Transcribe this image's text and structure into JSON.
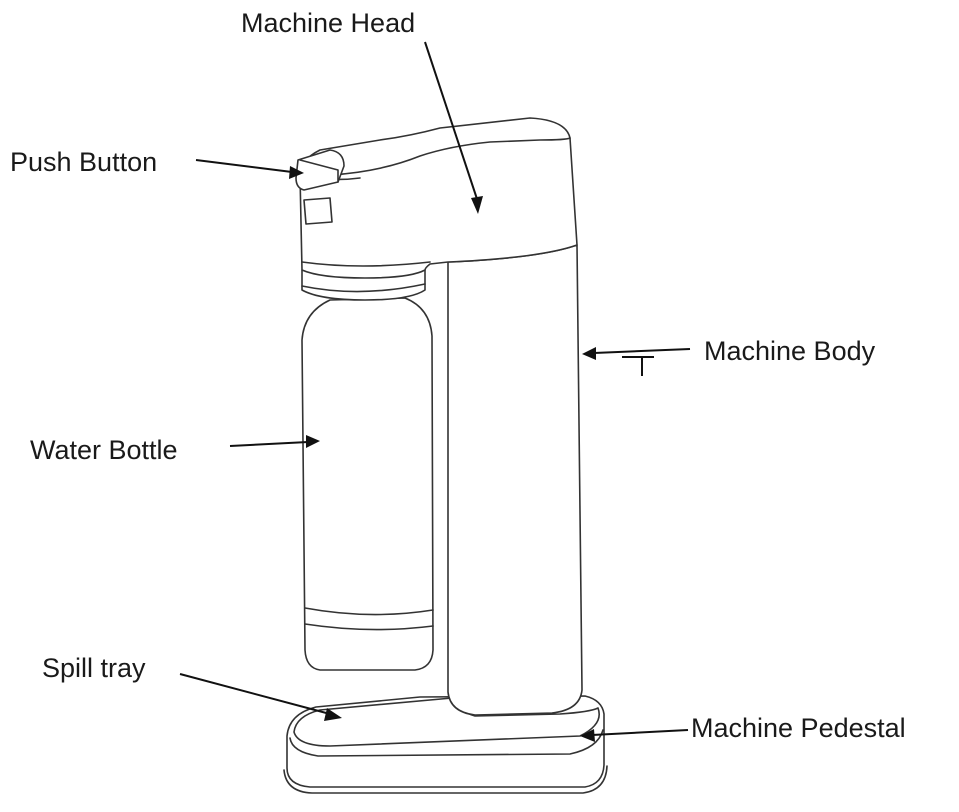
{
  "labels": {
    "machine_head": "Machine Head",
    "push_button": "Push Button",
    "machine_body": "Machine Body",
    "water_bottle": "Water Bottle",
    "spill_tray": "Spill tray",
    "machine_pedestal": "Machine Pedestal"
  },
  "colors": {
    "line": "#333333",
    "text": "#1a1a1a",
    "background": "#ffffff"
  }
}
